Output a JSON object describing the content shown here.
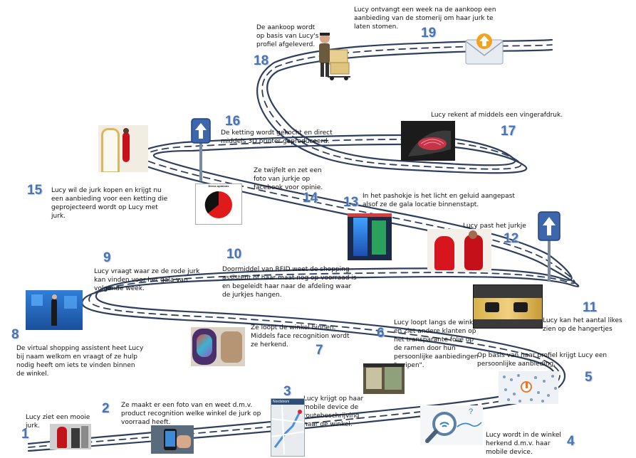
{
  "colors": {
    "number": "#4a74b4",
    "road": "#2d3f5c",
    "sign": "#3d67ad"
  },
  "steps": [
    {
      "n": "1",
      "text": "Lucy ziet een mooie jurk."
    },
    {
      "n": "2",
      "text": "Ze maakt er een foto van en weet d.m.v. product recognition welke winkel de jurk op voorraad heeft."
    },
    {
      "n": "3",
      "text": "Lucy krijgt op haar mobile device de routebeschrijving naar de winkel."
    },
    {
      "n": "4",
      "text": "Lucy wordt in de winkel herkend d.m.v. haar mobile device."
    },
    {
      "n": "5",
      "text": "Op basis van haar profiel krijgt Lucy een persoonlijke aanbieding."
    },
    {
      "n": "6",
      "text": "Lucy loopt langs de winkel en ziet andere klanten op het transparante folie op de ramen door hun persoonlijke aanbiedingen \"swipen\"."
    },
    {
      "n": "7",
      "text": "Ze loopt de winkel binnen.  Middels face recognition wordt ze herkend."
    },
    {
      "n": "8",
      "text": "De virtual shopping assistent heet Lucy bij naam welkom en vraagt of ze hulp nodig heeft om iets te vinden binnen de winkel."
    },
    {
      "n": "9",
      "text": "Lucy vraagt waar ze de rode jurk kan vinden voor het gala van volgende week."
    },
    {
      "n": "10",
      "text": "Doormiddel van RFID weet de shopping assistent of haar maat nog op voorraad is en begeleidt  haar naar de afdeling waar de jurkjes hangen."
    },
    {
      "n": "11",
      "text": "Lucy kan het aantal likes zien op de hangertjes"
    },
    {
      "n": "12",
      "text": "Lucy past het jurkje"
    },
    {
      "n": "13",
      "text": "In het pashokje is het licht en geluid aangepast alsof ze de gala locatie binnenstapt."
    },
    {
      "n": "14",
      "text": "Ze twijfelt en zet een foto van jurkje op facebook voor opinie."
    },
    {
      "n": "15",
      "text": "Lucy wil de jurk kopen en krijgt nu een aanbieding voor een ketting die geprojecteerd wordt op Lucy met jurk."
    },
    {
      "n": "16",
      "text": "De ketting wordt gekocht en direct middels 3D printer geproduceerd."
    },
    {
      "n": "17",
      "text": "Lucy rekent af middels een vingerafdruk."
    },
    {
      "n": "18",
      "text": "De aankoop wordt op basis van Lucy's profiel afgeleverd."
    },
    {
      "n": "19",
      "text": "Lucy ontvangt een week na de aankoop een aanbieding van de stomerij om haar jurk te laten stomen."
    }
  ],
  "facebook_chart": {
    "title": "Dress opinions"
  },
  "nav_screen": {
    "top_label": "Nordstrom"
  },
  "icons": [
    "road-icon",
    "up-arrow-sign-icon",
    "envelope-icon",
    "wifi-magnifier-icon",
    "fingerprint-icon",
    "delivery-man-icon"
  ]
}
